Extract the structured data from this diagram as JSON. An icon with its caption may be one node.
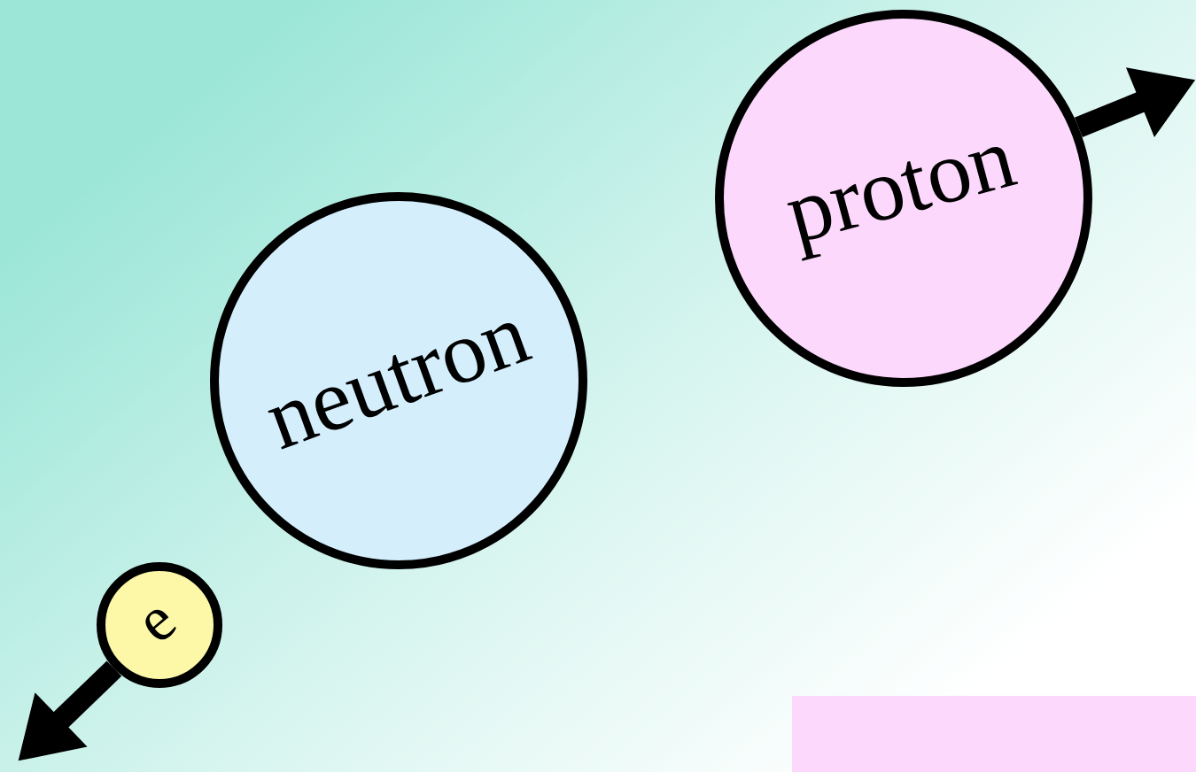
{
  "diagram": {
    "nodes": [
      {
        "text": [
          "neutron"
        ]
      },
      {
        "text": [
          "proton"
        ]
      },
      {
        "text": [
          "e"
        ]
      }
    ],
    "edges": [
      {
        "from": 1,
        "to": null,
        "arrow": "to"
      },
      {
        "from": 2,
        "to": null,
        "arrow": "to"
      }
    ]
  }
}
